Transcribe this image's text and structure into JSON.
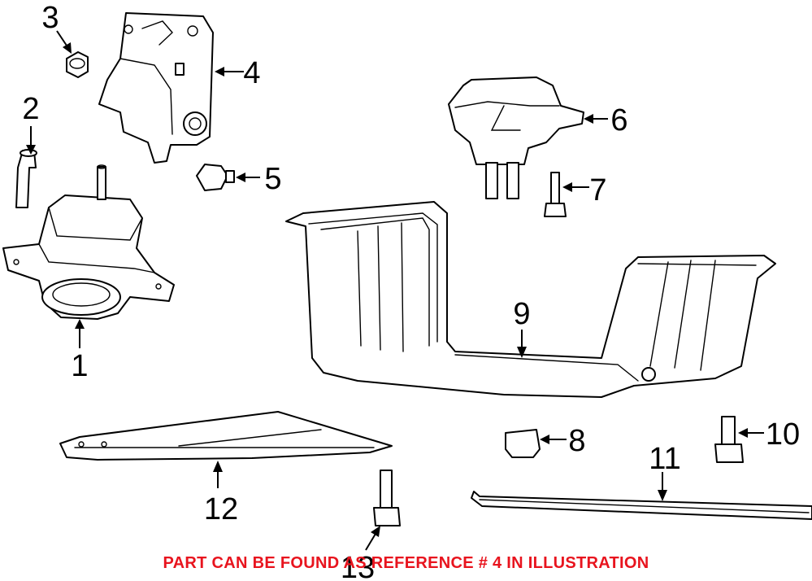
{
  "diagram": {
    "callouts": [
      "1",
      "2",
      "3",
      "4",
      "5",
      "6",
      "7",
      "8",
      "9",
      "10",
      "11",
      "12",
      "13"
    ]
  },
  "note": {
    "text": "PART CAN BE FOUND AS REFERENCE # 4 IN ILLUSTRATION",
    "color": "#e8141e"
  }
}
